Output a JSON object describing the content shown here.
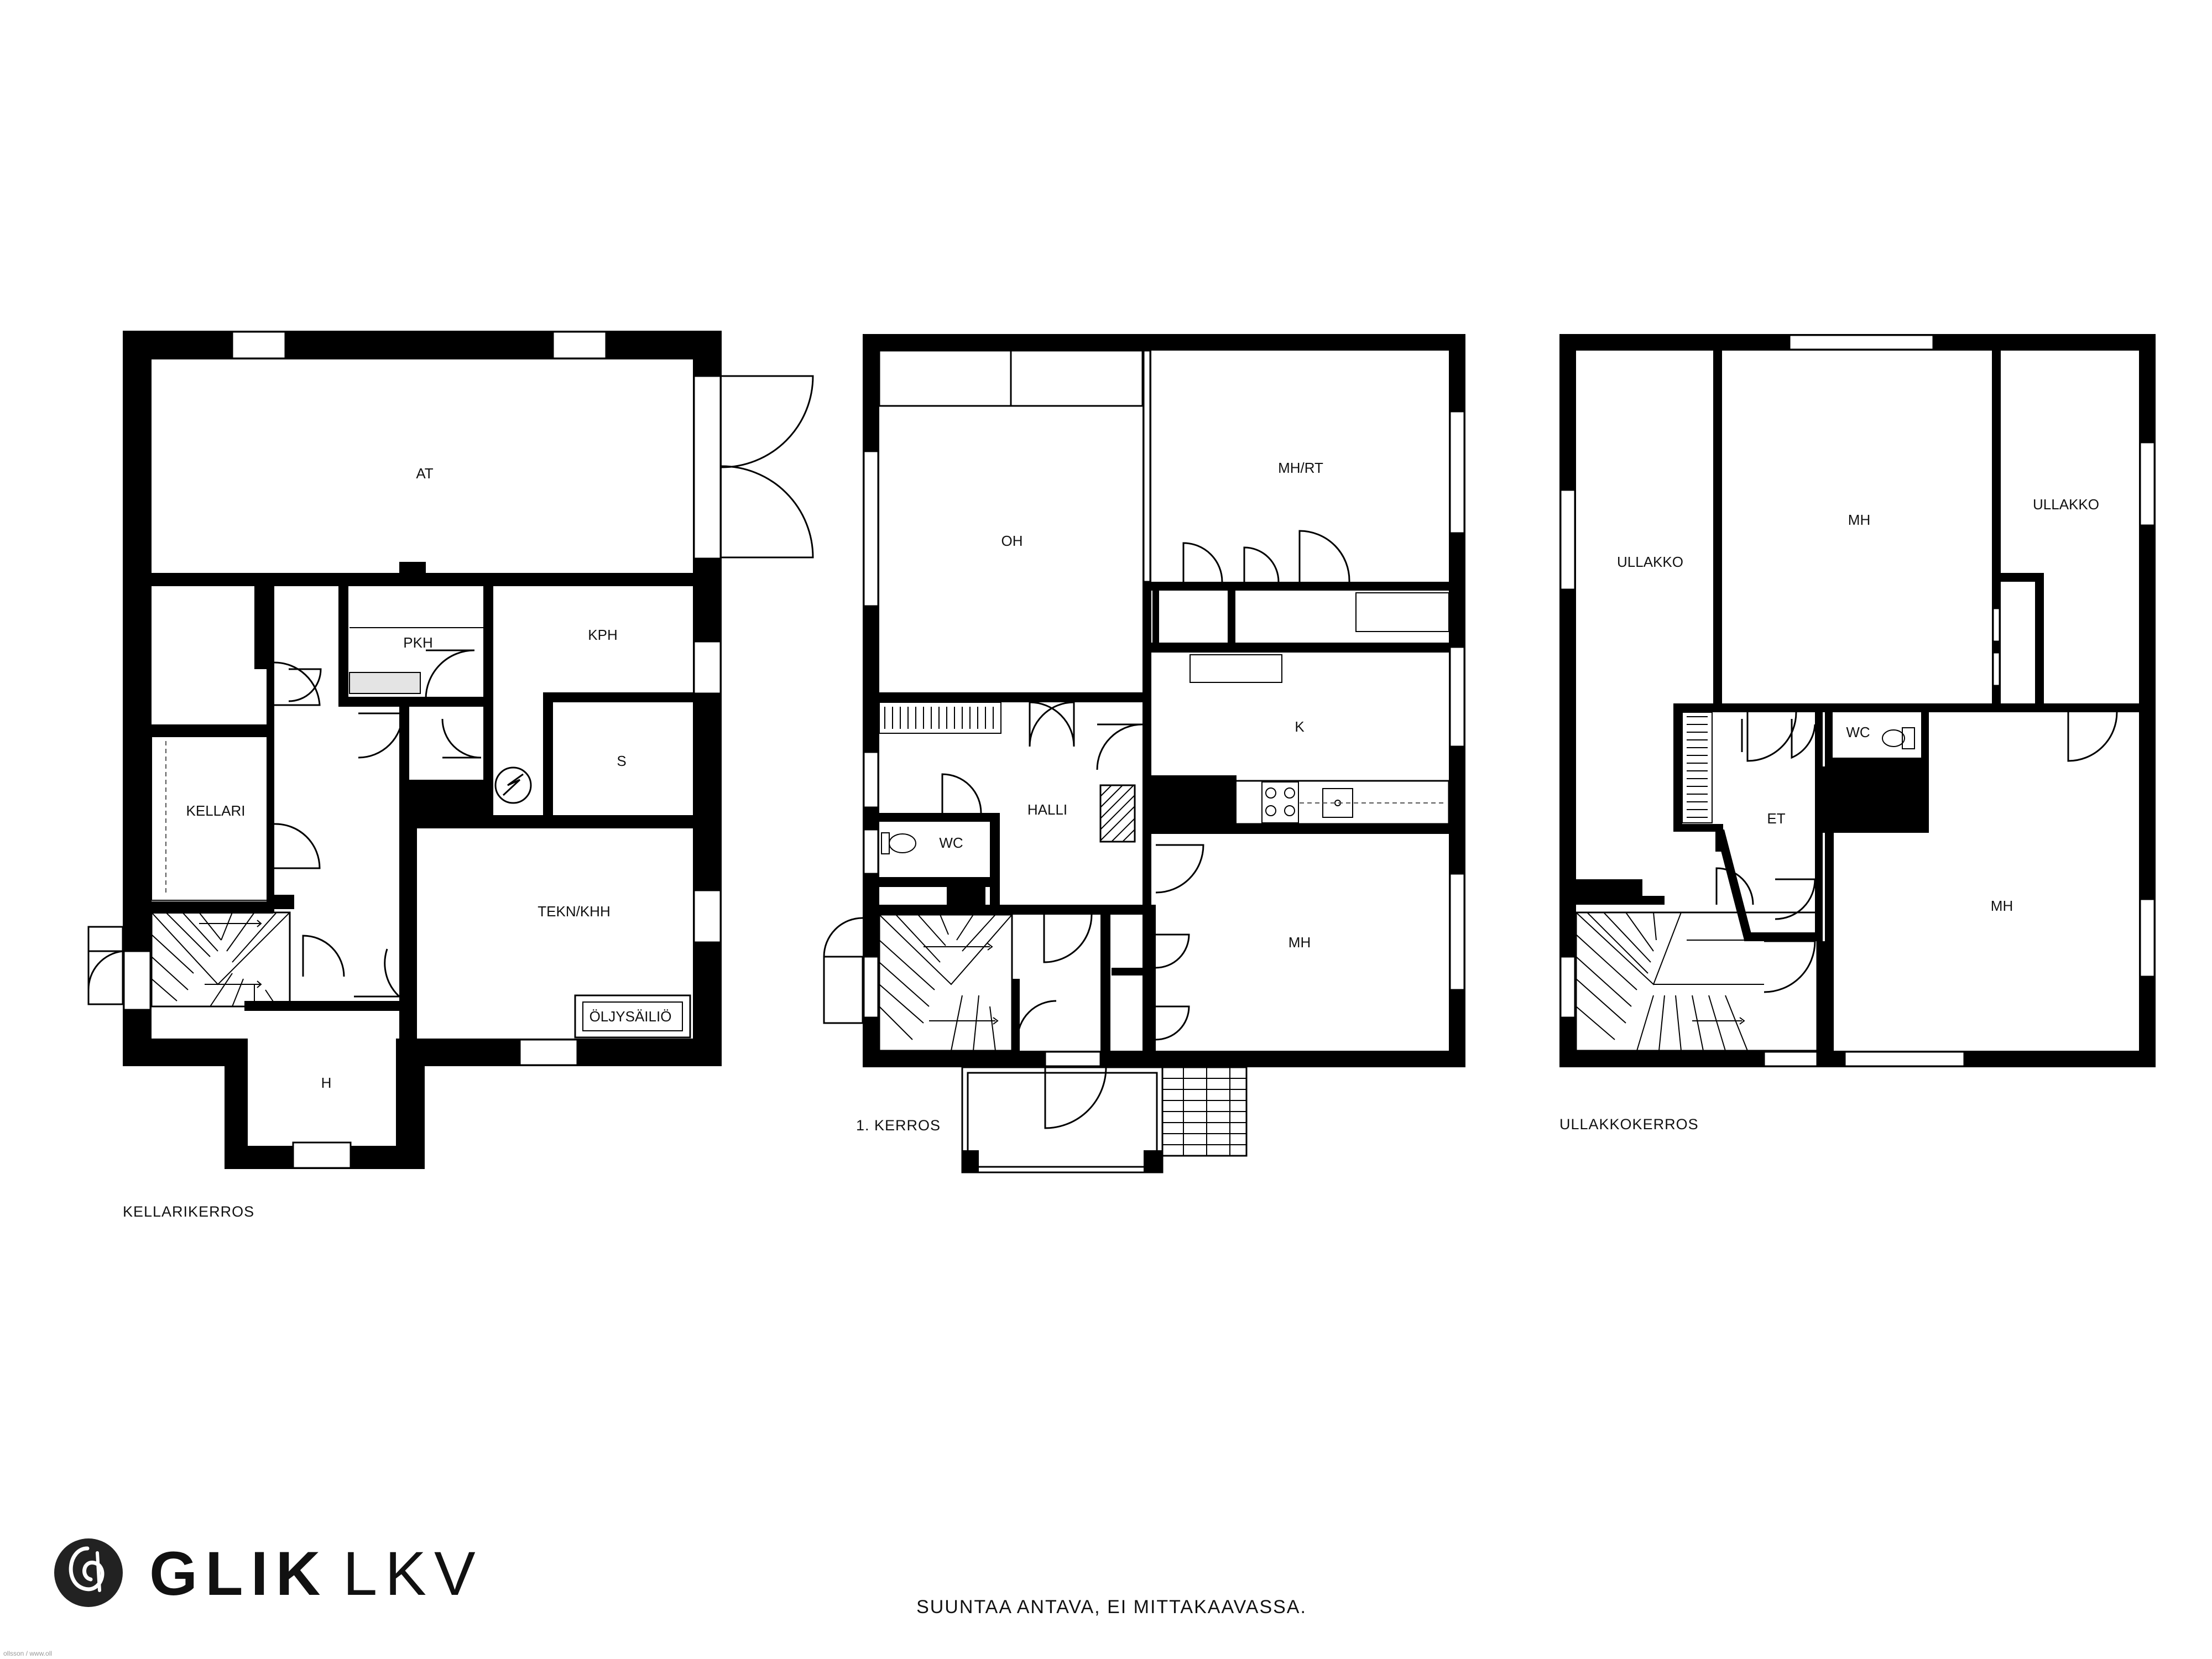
{
  "floors": [
    {
      "name": "KELLARIKERROS",
      "rooms": [
        "AT",
        "PKH",
        "KPH",
        "S",
        "KELLARI",
        "TEKN/KHH",
        "ÖLJYSÄILIÖ",
        "H"
      ]
    },
    {
      "name": "1. KERROS",
      "rooms": [
        "OH",
        "MH/RT",
        "K",
        "HALLI",
        "WC",
        "MH"
      ]
    },
    {
      "name": "ULLAKKOKERROS",
      "rooms": [
        "ULLAKKO",
        "MH",
        "ULLAKKO",
        "WC",
        "ET",
        "MH"
      ]
    }
  ],
  "disclaimer": "SUUNTAA ANTAVA, EI MITTAKAAVASSA.",
  "brand": {
    "name": "GLIK",
    "suffix": "LKV"
  },
  "credit": "ollsson / www.oll",
  "icons": [
    "glik-logo-icon",
    "door-swing-icon",
    "stairs-icon",
    "sink-icon",
    "toilet-icon",
    "stove-icon",
    "fireplace-icon",
    "window-icon"
  ]
}
